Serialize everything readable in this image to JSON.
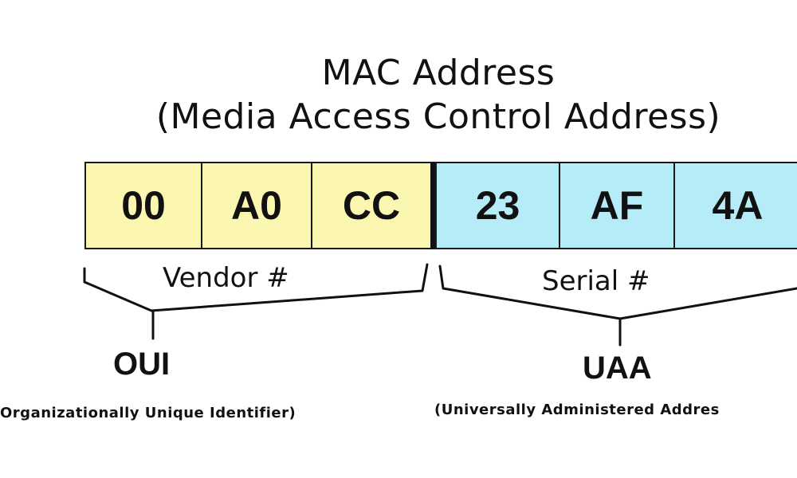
{
  "title": {
    "line1": "MAC Address",
    "line2": "(Media Access Control Address)"
  },
  "octets": {
    "vendor": [
      "00",
      "A0",
      "CC"
    ],
    "serial": [
      "23",
      "AF",
      "4A"
    ]
  },
  "colors": {
    "vendor_fill": "#fbf7b0",
    "serial_fill": "#b6ecf8",
    "outline": "#1a1a1a"
  },
  "groups": {
    "vendor": {
      "bracket_label": "Vendor #",
      "acronym": "OUI",
      "expansion": "Organizationally Unique Identifier)"
    },
    "serial": {
      "bracket_label": "Serial #",
      "acronym": "UAA",
      "expansion": "(Universally Administered Addres"
    }
  }
}
